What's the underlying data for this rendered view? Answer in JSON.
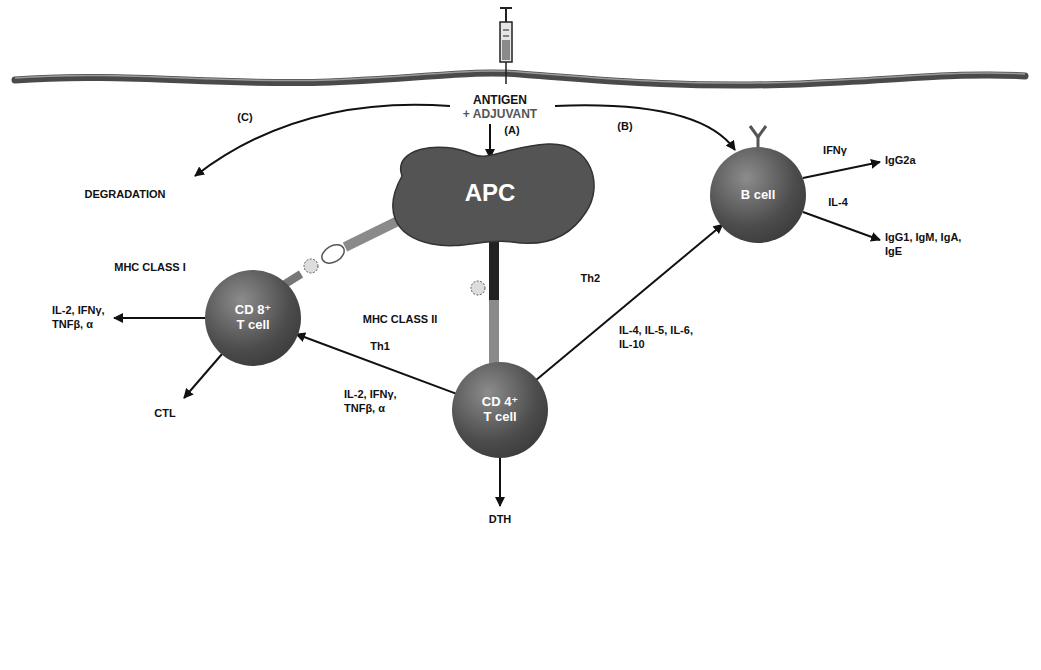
{
  "diagram": {
    "nodes": [
      {
        "text": [
          "APC"
        ]
      },
      {
        "text": [
          "B cell"
        ]
      },
      {
        "text": [
          "CD 8⁺ T cell"
        ]
      },
      {
        "text": [
          "CD 4⁺ T cell"
        ]
      }
    ],
    "edges": [
      {
        "from": 3,
        "to": 2,
        "arrow": "to",
        "label": "Th1"
      },
      {
        "from": 3,
        "to": 1,
        "arrow": "to",
        "label": "Th2"
      }
    ],
    "labels": [
      "ANTIGEN",
      "+ ADJUVANT",
      "(A)",
      "(B)",
      "(C)",
      "DEGRADATION",
      "MHC CLASS I",
      "MHC CLASS II",
      "IL-2, IFNγ, TNFβ, α",
      "CTL",
      "IL-2, IFNγ, TNFβ, α",
      "IL-4, IL-5, IL-6, IL-10",
      "DTH",
      "IFNγ",
      "IL-4",
      "IgG2a",
      "IgG1, IgM, IgA, IgE"
    ]
  }
}
